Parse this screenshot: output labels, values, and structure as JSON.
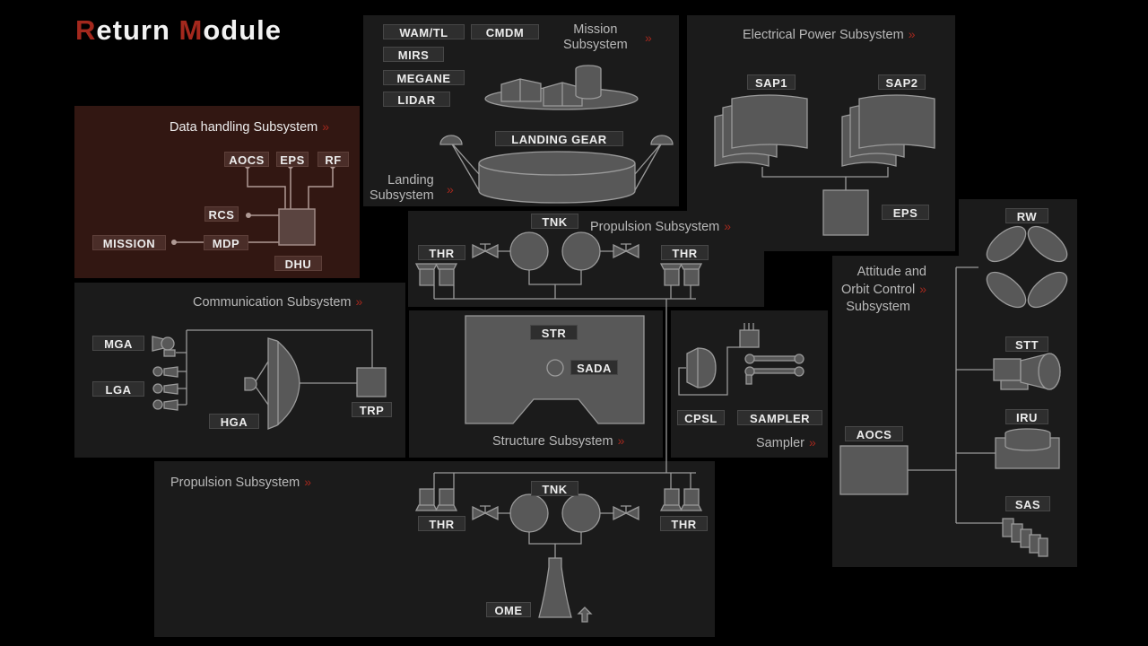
{
  "title": {
    "first_initial": "R",
    "first_rest": "eturn ",
    "second_initial": "M",
    "second_rest": "odule"
  },
  "accent_color": "#a3281d",
  "chevron": "»",
  "panels": {
    "data_handling": {
      "title": "Data handling Subsystem",
      "labels": {
        "aocs": "AOCS",
        "eps": "EPS",
        "rf": "RF",
        "rcs": "RCS",
        "mission": "MISSION",
        "mdp": "MDP",
        "dhu": "DHU"
      }
    },
    "mission": {
      "title_line1": "Mission",
      "title_line2": "Subsystem",
      "labels": {
        "wamtl": "WAM/TL",
        "cmdm": "CMDM",
        "mirs": "MIRS",
        "megane": "MEGANE",
        "lidar": "LIDAR"
      }
    },
    "landing": {
      "title_line1": "Landing",
      "title_line2": "Subsystem",
      "labels": {
        "landing_gear": "LANDING GEAR"
      }
    },
    "electrical_power": {
      "title": "Electrical Power Subsystem",
      "labels": {
        "sap1": "SAP1",
        "sap2": "SAP2",
        "eps": "EPS"
      }
    },
    "propulsion_top": {
      "title": "Propulsion Subsystem",
      "labels": {
        "tnk": "TNK",
        "thr_left": "THR",
        "thr_right": "THR"
      }
    },
    "communication": {
      "title": "Communication Subsystem",
      "labels": {
        "mga": "MGA",
        "lga": "LGA",
        "hga": "HGA",
        "trp": "TRP"
      }
    },
    "structure": {
      "title": "Structure Subsystem",
      "labels": {
        "str": "STR",
        "sada": "SADA"
      }
    },
    "sampler": {
      "title": "Sampler",
      "labels": {
        "cpsl": "CPSL",
        "sampler": "SAMPLER"
      }
    },
    "aocs": {
      "title_line1": "Attitude and",
      "title_line2": "Orbit Control",
      "title_line3": "Subsystem",
      "labels": {
        "rw": "RW",
        "stt": "STT",
        "iru": "IRU",
        "sas": "SAS",
        "aocs": "AOCS"
      }
    },
    "propulsion_bottom": {
      "title": "Propulsion Subsystem",
      "labels": {
        "tnk": "TNK",
        "thr_left": "THR",
        "thr_right": "THR",
        "ome": "OME"
      }
    }
  }
}
